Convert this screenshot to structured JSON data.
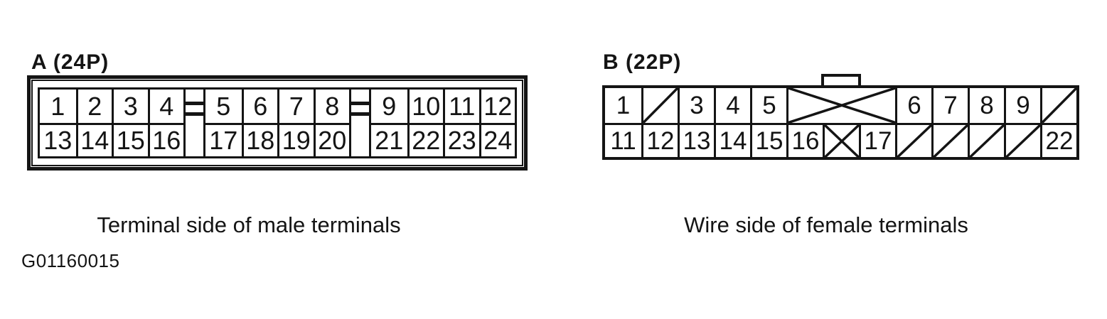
{
  "figure_code": "G01160015",
  "colors": {
    "ink": "#141414",
    "paper": "#ffffff"
  },
  "connector_a": {
    "label": "A (24P)",
    "caption": "Terminal side of male terminals",
    "pin_groups": [
      {
        "top": [
          "1",
          "2",
          "3",
          "4"
        ],
        "bottom": [
          "13",
          "14",
          "15",
          "16"
        ]
      },
      {
        "top": [
          "5",
          "6",
          "7",
          "8"
        ],
        "bottom": [
          "17",
          "18",
          "19",
          "20"
        ]
      },
      {
        "top": [
          "9",
          "10",
          "11",
          "12"
        ],
        "bottom": [
          "21",
          "22",
          "23",
          "24"
        ]
      }
    ]
  },
  "connector_b": {
    "label": "B (22P)",
    "caption": "Wire side of female terminals",
    "top_row": [
      {
        "pin": "1",
        "span": 1
      },
      {
        "blocked": "slash",
        "span": 1
      },
      {
        "pin": "3",
        "span": 1
      },
      {
        "pin": "4",
        "span": 1
      },
      {
        "pin": "5",
        "span": 1
      },
      {
        "blocked": "cross",
        "span": 3
      },
      {
        "pin": "6",
        "span": 1
      },
      {
        "pin": "7",
        "span": 1
      },
      {
        "pin": "8",
        "span": 1
      },
      {
        "pin": "9",
        "span": 1
      },
      {
        "blocked": "slash",
        "span": 1
      }
    ],
    "bottom_row": [
      {
        "pin": "11",
        "span": 1
      },
      {
        "pin": "12",
        "span": 1
      },
      {
        "pin": "13",
        "span": 1
      },
      {
        "pin": "14",
        "span": 1
      },
      {
        "pin": "15",
        "span": 1
      },
      {
        "pin": "16",
        "span": 1
      },
      {
        "blocked": "cross",
        "span": 1
      },
      {
        "pin": "17",
        "span": 1
      },
      {
        "blocked": "slash",
        "span": 1
      },
      {
        "blocked": "slash",
        "span": 1
      },
      {
        "blocked": "slash",
        "span": 1
      },
      {
        "blocked": "slash",
        "span": 1
      },
      {
        "pin": "22",
        "span": 1
      }
    ]
  }
}
